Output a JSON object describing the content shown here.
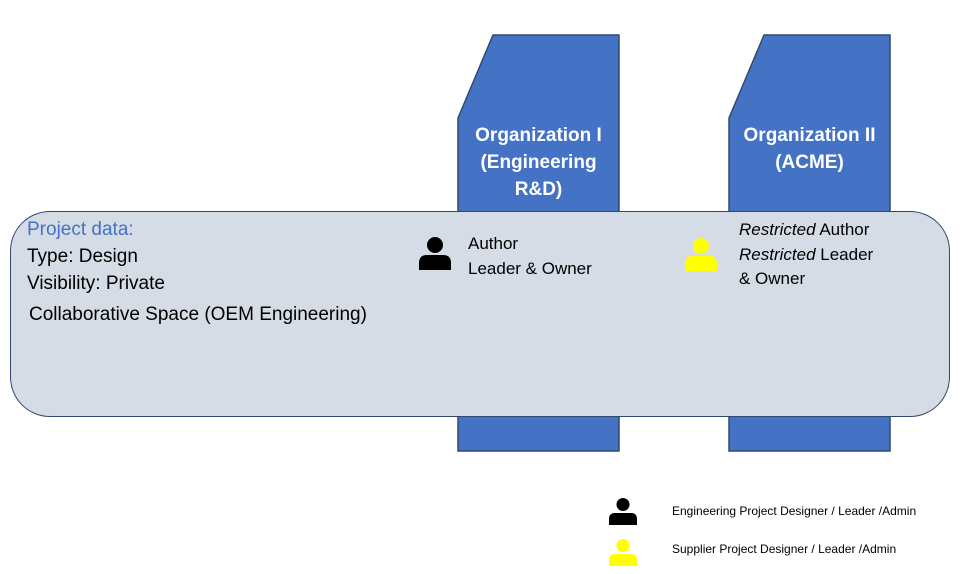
{
  "colors": {
    "org_fill": "#4472c4",
    "org_stroke": "#2f4a6e",
    "space_fill": "#d6dce5",
    "header_text": "#4472c4",
    "engineering_person": "#000000",
    "supplier_person": "#ffff00"
  },
  "organizations": [
    {
      "title": "Organization I\n(Engineering\nR&D)"
    },
    {
      "title": "Organization II\n(ACME)"
    }
  ],
  "project": {
    "header": "Project data:",
    "type": "Type: Design",
    "visibility": "Visibility: Private",
    "collab_space": "Collaborative Space (OEM Engineering)"
  },
  "roles": {
    "org1": {
      "icon": "person-icon-black",
      "line1": "Author",
      "line2": "Leader & Owner"
    },
    "org2": {
      "icon": "person-icon-yellow",
      "line1_italic": "Restricted",
      "line1_rest": " Author",
      "line2_italic": "Restricted",
      "line2_rest": " Leader",
      "line3": "& Owner"
    }
  },
  "legend": [
    {
      "icon": "person-icon-black",
      "label": "Engineering Project Designer / Leader /Admin"
    },
    {
      "icon": "person-icon-yellow",
      "label": "Supplier Project Designer / Leader /Admin"
    }
  ]
}
